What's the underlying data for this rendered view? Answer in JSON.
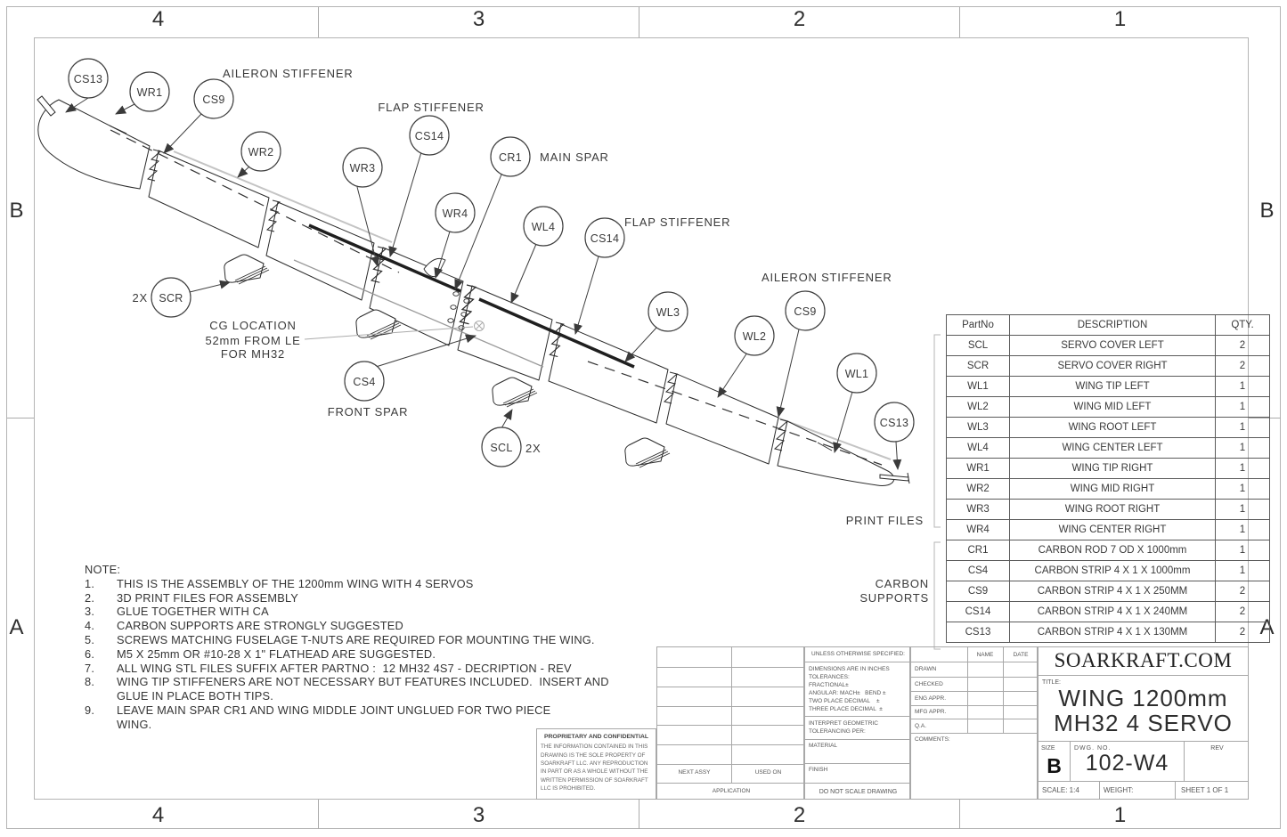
{
  "sheet": {
    "zone_cols": [
      "4",
      "3",
      "2",
      "1"
    ],
    "zone_rows": [
      "B",
      "A"
    ]
  },
  "drawing": {
    "balloons": [
      {
        "label": "CS13"
      },
      {
        "label": "WR1"
      },
      {
        "label": "CS9"
      },
      {
        "label": "WR2"
      },
      {
        "label": "WR3"
      },
      {
        "label": "CS14"
      },
      {
        "label": "CR1"
      },
      {
        "label": "WR4"
      },
      {
        "label": "WL4"
      },
      {
        "label": "CS14"
      },
      {
        "label": "WL3"
      },
      {
        "label": "WL2"
      },
      {
        "label": "CS9"
      },
      {
        "label": "WL1"
      },
      {
        "label": "CS13"
      },
      {
        "label": "SCR"
      },
      {
        "label": "SCL"
      },
      {
        "label": "CS4"
      }
    ],
    "labels": {
      "aileron_stiffener_right": "AILERON STIFFENER",
      "flap_stiffener_right": "FLAP STIFFENER",
      "main_spar": "MAIN SPAR",
      "flap_stiffener_left": "FLAP STIFFENER",
      "aileron_stiffener_left": "AILERON STIFFENER",
      "front_spar": "FRONT SPAR",
      "cg_line1": "CG LOCATION",
      "cg_line2": "52mm FROM LE",
      "cg_line3": "FOR MH32",
      "scr_qty": "2X",
      "scl_qty": "2X",
      "print_files": "PRINT FILES",
      "carbon_line1": "CARBON",
      "carbon_line2": "SUPPORTS"
    }
  },
  "notes": {
    "heading": "NOTE:",
    "items": [
      {
        "num": "1.",
        "text": "THIS IS THE ASSEMBLY OF THE 1200mm WING WITH 4 SERVOS"
      },
      {
        "num": "2.",
        "text": "3D PRINT FILES FOR ASSEMBLY"
      },
      {
        "num": "3.",
        "text": "GLUE TOGETHER WITH CA"
      },
      {
        "num": "4.",
        "text": "CARBON SUPPORTS ARE STRONGLY SUGGESTED"
      },
      {
        "num": "5.",
        "text": "SCREWS MATCHING FUSELAGE T-NUTS ARE REQUIRED FOR MOUNTING THE WING."
      },
      {
        "num": "6.",
        "text": "M5 X 25mm OR #10-28 X 1\" FLATHEAD ARE SUGGESTED."
      },
      {
        "num": "7.",
        "text": "ALL WING STL FILES SUFFIX AFTER PARTNO :  12 MH32 4S7 - DECRIPTION - REV"
      },
      {
        "num": "8.",
        "text": "WING TIP STIFFENERS ARE NOT NECESSARY BUT FEATURES INCLUDED.  INSERT AND",
        "text2": "GLUE IN PLACE BOTH TIPS."
      },
      {
        "num": "9.",
        "text": "LEAVE MAIN SPAR CR1 AND WING MIDDLE JOINT UNGLUED FOR TWO PIECE",
        "text2": "WING."
      }
    ]
  },
  "parts_table": {
    "headers": [
      "PartNo",
      "DESCRIPTION",
      "QTY."
    ],
    "rows": [
      [
        "SCL",
        "SERVO COVER LEFT",
        "2"
      ],
      [
        "SCR",
        "SERVO COVER RIGHT",
        "2"
      ],
      [
        "WL1",
        "WING TIP LEFT",
        "1"
      ],
      [
        "WL2",
        "WING MID LEFT",
        "1"
      ],
      [
        "WL3",
        "WING ROOT LEFT",
        "1"
      ],
      [
        "WL4",
        "WING CENTER LEFT",
        "1"
      ],
      [
        "WR1",
        "WING TIP RIGHT",
        "1"
      ],
      [
        "WR2",
        "WING MID RIGHT",
        "1"
      ],
      [
        "WR3",
        "WING ROOT RIGHT",
        "1"
      ],
      [
        "WR4",
        "WING CENTER RIGHT",
        "1"
      ],
      [
        "CR1",
        "CARBON ROD 7 OD X 1000mm",
        "1"
      ],
      [
        "CS4",
        "CARBON STRIP 4 X 1 X 1000mm",
        "1"
      ],
      [
        "CS9",
        "CARBON STRIP 4 X 1 X 250MM",
        "2"
      ],
      [
        "CS14",
        "CARBON STRIP 4 X 1 X 240MM",
        "2"
      ],
      [
        "CS13",
        "CARBON STRIP 4 X 1 X 130MM",
        "2"
      ]
    ]
  },
  "title_block": {
    "proprietary": {
      "heading": "PROPRIETARY AND CONFIDENTIAL",
      "body": "THE INFORMATION CONTAINED IN THIS DRAWING IS THE SOLE PROPERTY OF SOARKRAFT LLC.  ANY REPRODUCTION IN PART OR AS A WHOLE WITHOUT THE WRITTEN PERMISSION OF SOARKRAFT LLC IS PROHIBITED.",
      "next_assy": "NEXT ASSY",
      "used_on": "USED ON",
      "application": "APPLICATION"
    },
    "specs": {
      "unless": "UNLESS OTHERWISE SPECIFIED:",
      "dims": "DIMENSIONS ARE IN INCHES",
      "tolerances": "TOLERANCES:",
      "fractional": "FRACTIONAL±",
      "angular": "ANGULAR: MACH±   BEND ±",
      "two_place": "TWO PLACE DECIMAL    ±",
      "three_place": "THREE PLACE DECIMAL  ±",
      "interpret1": "INTERPRET GEOMETRIC",
      "interpret2": "TOLERANCING PER:",
      "material": "MATERIAL",
      "finish": "FINISH",
      "do_not_scale": "DO NOT SCALE DRAWING"
    },
    "approvals": {
      "name": "NAME",
      "date": "DATE",
      "drawn": "DRAWN",
      "checked": "CHECKED",
      "eng": "ENG APPR.",
      "mfg": "MFG APPR.",
      "qa": "Q.A.",
      "comments": "COMMENTS:"
    },
    "company": "SOARKRAFT.COM",
    "title_label": "TITLE:",
    "title_line1": "WING 1200mm",
    "title_line2": "MH32 4 SERVO",
    "size_label": "SIZE",
    "size_value": "B",
    "dwg_label": "DWG.  NO.",
    "dwg_value": "102-W4",
    "rev_label": "REV",
    "scale": "SCALE: 1:4",
    "weight": "WEIGHT:",
    "sheet": "SHEET 1 OF 1"
  }
}
